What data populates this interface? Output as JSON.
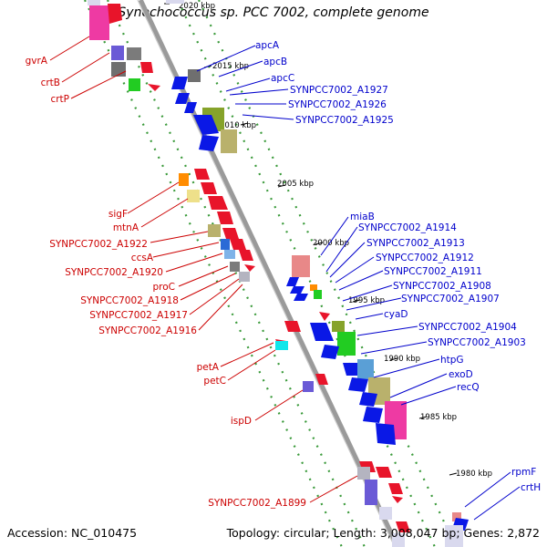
{
  "title": "Synechococcus sp. PCC 7002, complete genome",
  "accession": "Accession: NC_010475",
  "stats": "Topology: circular; Length: 3,008,047 bp; Genes: 2,872",
  "colors": {
    "left_label": "#cc0000",
    "right_label": "#0000cc",
    "backbone": "#9a9a9a",
    "dots": "#3a9a3a"
  },
  "kbp_ticks": [
    "2020 kbp",
    "2015 kbp",
    "2010 kbp",
    "2005 kbp",
    "2000 kbp",
    "1995 kbp",
    "1990 kbp",
    "1985 kbp",
    "1980 kbp"
  ],
  "left_labels": [
    "gvrA",
    "crtB",
    "crtP",
    "sigF",
    "mtnA",
    "SYNPCC7002_A1922",
    "ccsA",
    "SYNPCC7002_A1920",
    "proC",
    "SYNPCC7002_A1918",
    "SYNPCC7002_A1917",
    "SYNPCC7002_A1916",
    "petA",
    "petC",
    "ispD",
    "SYNPCC7002_A1899"
  ],
  "right_labels": [
    "apcA",
    "apcB",
    "apcC",
    "SYNPCC7002_A1927",
    "SYNPCC7002_A1926",
    "SYNPCC7002_A1925",
    "miaB",
    "SYNPCC7002_A1914",
    "SYNPCC7002_A1913",
    "SYNPCC7002_A1912",
    "SYNPCC7002_A1911",
    "SYNPCC7002_A1908",
    "SYNPCC7002_A1907",
    "cyaD",
    "SYNPCC7002_A1904",
    "SYNPCC7002_A1903",
    "htpG",
    "exoD",
    "recQ",
    "rpmF",
    "crtH"
  ]
}
